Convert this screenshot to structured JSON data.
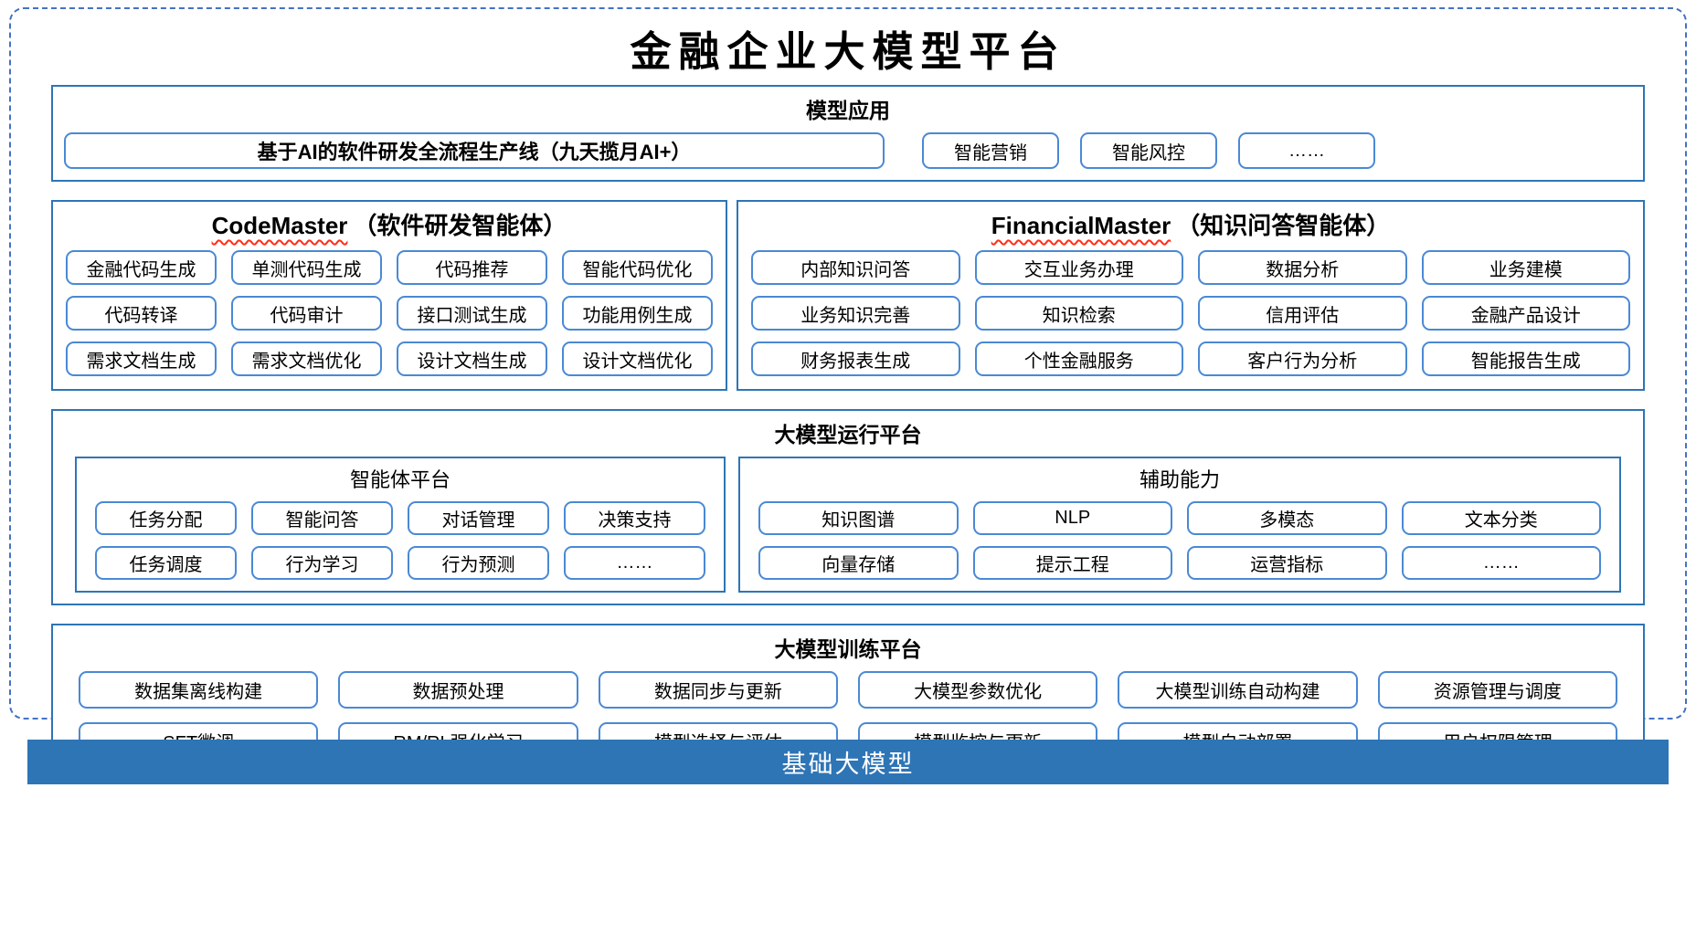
{
  "title": "金融企业大模型平台",
  "colors": {
    "accent": "#2E75B6",
    "box_border": "#4a89d4",
    "dashed_border": "#4472C4",
    "squiggle": "#ff2d16",
    "bar_bg": "#2E75B6",
    "bar_text": "#ffffff"
  },
  "model_app": {
    "header": "模型应用",
    "main_item": "基于AI的软件研发全流程生产线（九天揽月AI+）",
    "items": [
      "智能营销",
      "智能风控",
      "……"
    ]
  },
  "code_master": {
    "name": "CodeMaster",
    "subtitle": "（软件研发智能体）",
    "items": [
      "金融代码生成",
      "单测代码生成",
      "代码推荐",
      "智能代码优化",
      "代码转译",
      "代码审计",
      "接口测试生成",
      "功能用例生成",
      "需求文档生成",
      "需求文档优化",
      "设计文档生成",
      "设计文档优化"
    ]
  },
  "financial_master": {
    "name": "FinancialMaster",
    "subtitle": "（知识问答智能体）",
    "items": [
      "内部知识问答",
      "交互业务办理",
      "数据分析",
      "业务建模",
      "业务知识完善",
      "知识检索",
      "信用评估",
      "金融产品设计",
      "财务报表生成",
      "个性金融服务",
      "客户行为分析",
      "智能报告生成"
    ]
  },
  "runtime": {
    "header": "大模型运行平台",
    "agent_platform": {
      "header": "智能体平台",
      "items": [
        "任务分配",
        "智能问答",
        "对话管理",
        "决策支持",
        "任务调度",
        "行为学习",
        "行为预测",
        "……"
      ]
    },
    "aux_capability": {
      "header": "辅助能力",
      "items": [
        "知识图谱",
        "NLP",
        "多模态",
        "文本分类",
        "向量存储",
        "提示工程",
        "运营指标",
        "……"
      ]
    }
  },
  "training": {
    "header": "大模型训练平台",
    "items": [
      "数据集离线构建",
      "数据预处理",
      "数据同步与更新",
      "大模型参数优化",
      "大模型训练自动构建",
      "资源管理与调度",
      "SFT微调",
      "RM/RL强化学习",
      "模型选择与评估",
      "模型监控与更新",
      "模型自动部署",
      "用户权限管理"
    ]
  },
  "base_model": {
    "label": "基础大模型"
  }
}
